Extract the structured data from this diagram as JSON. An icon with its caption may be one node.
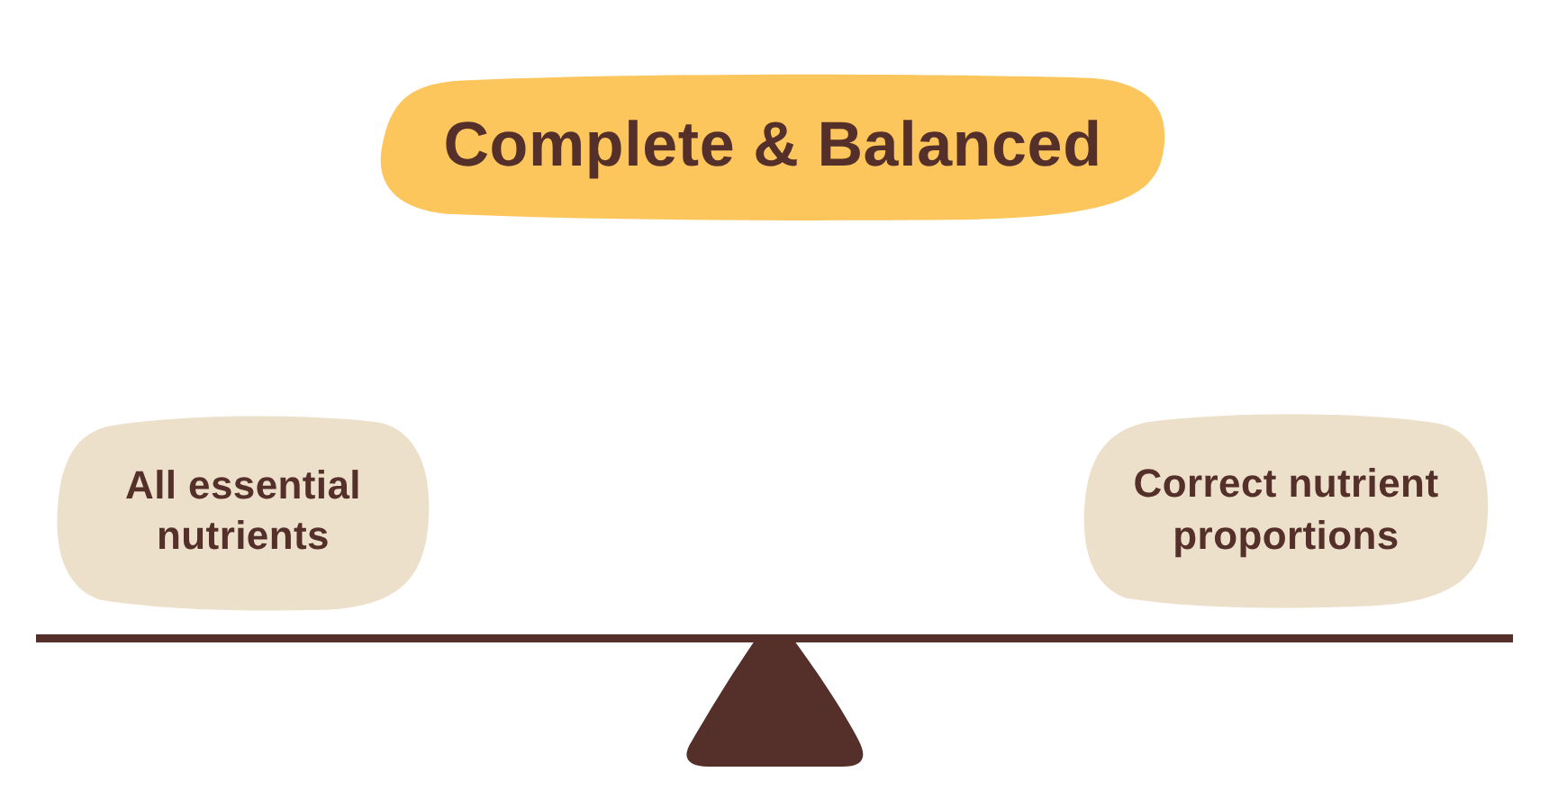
{
  "diagram": {
    "nodes": [
      {
        "text": [
          "Complete & Balanced"
        ]
      },
      {
        "text": [
          "All essential nutrients"
        ]
      },
      {
        "text": [
          "Correct nutrient proportions"
        ]
      }
    ]
  }
}
